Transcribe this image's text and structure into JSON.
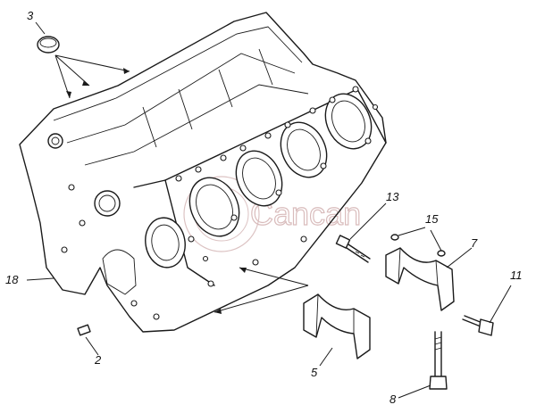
{
  "labels": {
    "l3": "3",
    "l13": "13",
    "l15": "15",
    "l7": "7",
    "l11": "11",
    "l18": "18",
    "l2": "2",
    "l5": "5",
    "l8": "8"
  },
  "watermark": {
    "text": "Cancan",
    "color": "#d9bcbc"
  },
  "colors": {
    "line": "#1a1a1a",
    "background": "#ffffff"
  }
}
